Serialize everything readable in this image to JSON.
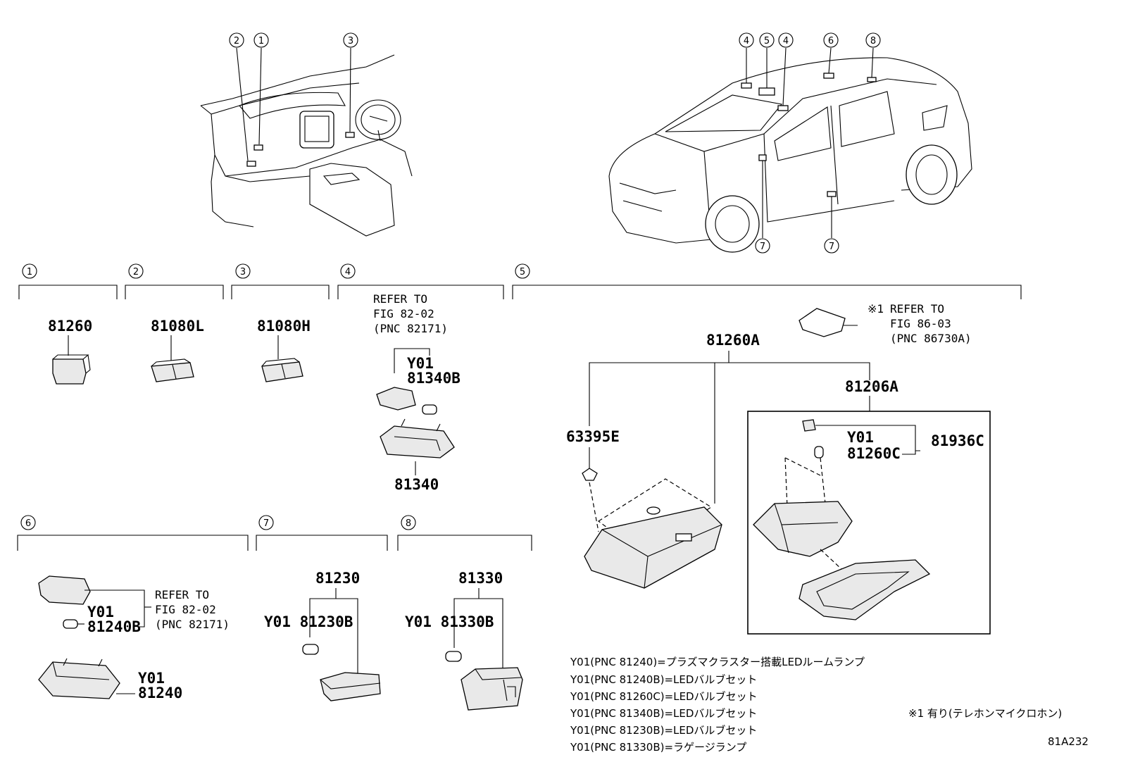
{
  "callouts": [
    "1",
    "2",
    "3",
    "4",
    "5",
    "6",
    "7",
    "8"
  ],
  "groups": {
    "g1": {
      "callout": "1",
      "part": "81260"
    },
    "g2": {
      "callout": "2",
      "part": "81080L"
    },
    "g3": {
      "callout": "3",
      "part": "81080H"
    },
    "g4": {
      "callout": "4",
      "ref_line1": "REFER TO",
      "ref_line2": "FIG 82-02",
      "ref_line3": "(PNC 82171)",
      "kit_prefix": "Y01",
      "kit_part": "81340B",
      "part": "81340"
    },
    "g5": {
      "callout": "5",
      "part_main": "81260A",
      "part_clip": "63395E",
      "part_sub": "81206A",
      "kit_prefix": "Y01",
      "kit_part": "81260C",
      "part_socket": "81936C",
      "ref_mark": "※1",
      "ref_line1": "REFER TO",
      "ref_line2": "FIG 86-03",
      "ref_line3": "(PNC 86730A)"
    },
    "g6": {
      "callout": "6",
      "kit_prefix": "Y01",
      "kit_part": "81240B",
      "ref_line1": "REFER TO",
      "ref_line2": "FIG 82-02",
      "ref_line3": "(PNC 82171)",
      "part_prefix": "Y01",
      "part": "81240"
    },
    "g7": {
      "callout": "7",
      "part": "81230",
      "kit_label": "Y01 81230B"
    },
    "g8": {
      "callout": "8",
      "part": "81330",
      "kit_label": "Y01 81330B"
    }
  },
  "notes": [
    "Y01(PNC 81240)=プラズマクラスター搭載LEDルームランプ",
    "Y01(PNC 81240B)=LEDバルブセット",
    "Y01(PNC 81260C)=LEDバルブセット",
    "Y01(PNC 81340B)=LEDバルブセット",
    "Y01(PNC 81230B)=LEDバルブセット",
    "Y01(PNC 81330B)=ラゲージランプ"
  ],
  "footnote": "※1 有り(テレホンマイクロホン)",
  "figure_id": "81A232"
}
